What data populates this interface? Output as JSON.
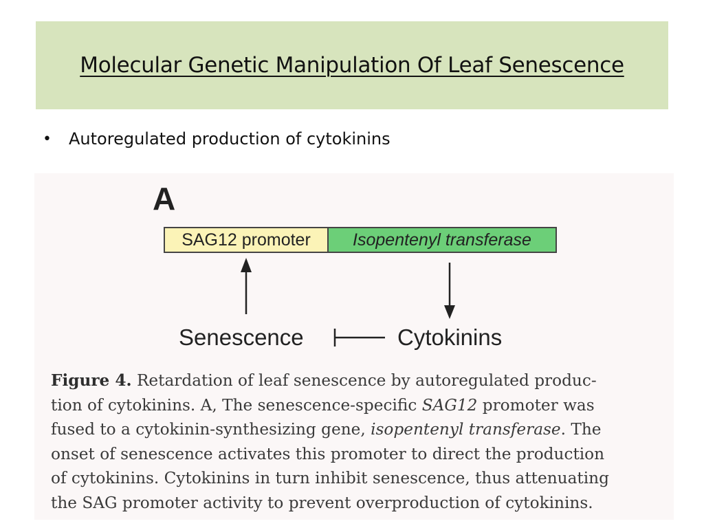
{
  "slide": {
    "title": "Molecular Genetic Manipulation Of Leaf Senescence",
    "bullet": "Autoregulated production of cytokinins"
  },
  "figure": {
    "panel_letter": "A",
    "promoter_label": "SAG12 promoter",
    "gene_label": "Isopentenyl transferase",
    "node_left": "Senescence",
    "node_right": "Cytokinins",
    "colors": {
      "title_background": "#d7e4bd",
      "promoter_fill": "#fbf3b7",
      "gene_fill": "#6ccf78"
    },
    "caption": {
      "figure_label": "Figure 4.",
      "l1": "Retardation of leaf senescence by autoregulated produc-",
      "l2a": "tion of cytokinins. A, The senescence-specific ",
      "l2b": "SAG12",
      "l2c": " promoter was",
      "l3a": "fused to a cytokinin-synthesizing gene, ",
      "l3b": "isopentenyl transferase",
      "l3c": ". The",
      "l4": "onset of senescence activates this promoter to direct the production",
      "l5": "of cytokinins. Cytokinins in turn inhibit senescence, thus attenuating",
      "l6": "the SAG promoter activity to prevent overproduction of cytokinins."
    }
  }
}
